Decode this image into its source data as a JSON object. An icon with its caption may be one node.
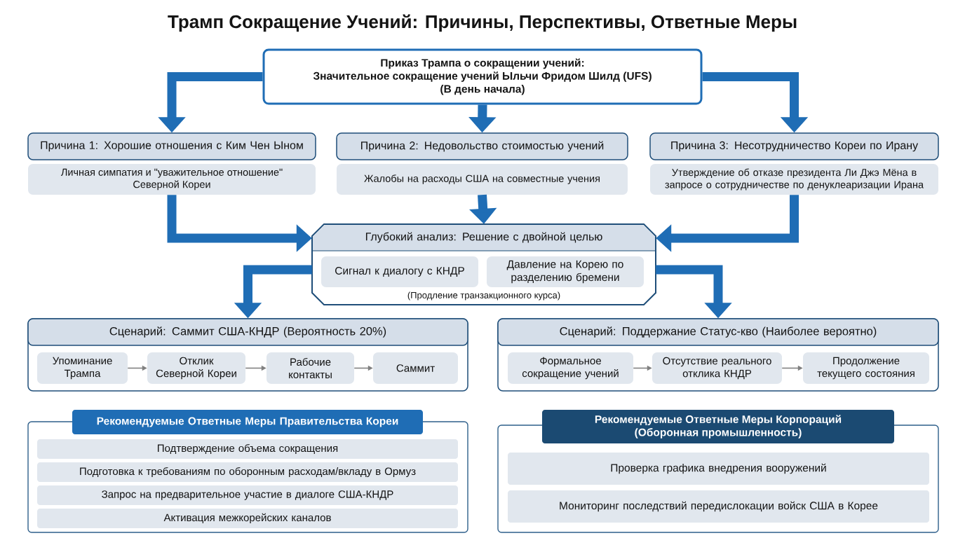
{
  "diagram": {
    "title": "Трамп Сокращение Учений: Причины, Перспективы, Ответные Меры",
    "nodes": [
      {
        "text": [
          "Приказ Трампа о сокращении учений:",
          "Значительное сокращение учений Ыльчи Фридом Шилд (UFS) (В день начала)"
        ]
      },
      {
        "text": [
          "Причина 1: Хорошие отношения с Ким Чен Ыном"
        ]
      },
      {
        "text": [
          "Причина 2: Недовольство стоимостью учений"
        ]
      },
      {
        "text": [
          "Причина 3: Несотрудничество Кореи по Ирану"
        ]
      },
      {
        "text": [
          "Личная симпатия и \"уважительное отношение\" Северной Кореи"
        ]
      },
      {
        "text": [
          "Жалобы на расходы США на совместные учения"
        ]
      },
      {
        "text": [
          "Утверждение об отказе президента Ли Джэ Мёна в запросе о сотрудничестве по денуклеаризации Ирана"
        ]
      },
      {
        "text": [
          "Глубокий анализ: Решение с двойной целью",
          "(Продление транзакционного курса)"
        ]
      },
      {
        "text": [
          "Сигнал к диалогу с КНДР"
        ],
        "in": 7
      },
      {
        "text": [
          "Давление на Корею по разделению бремени"
        ],
        "in": 7
      },
      {
        "text": [
          "Сценарий: Саммит США-КНДР (Вероятность 20%)"
        ]
      },
      {
        "text": [
          "Упоминание Трампа"
        ],
        "in": 10
      },
      {
        "text": [
          "Отклик Северной Кореи"
        ],
        "in": 10
      },
      {
        "text": [
          "Рабочие контакты"
        ],
        "in": 10
      },
      {
        "text": [
          "Саммит"
        ],
        "in": 10
      },
      {
        "text": [
          "Сценарий: Поддержание Статус-кво (Наиболее вероятно)"
        ]
      },
      {
        "text": [
          "Формальное сокращение учений"
        ],
        "in": 15
      },
      {
        "text": [
          "Отсутствие реального отклика КНДР"
        ],
        "in": 15
      },
      {
        "text": [
          "Продолжение текущего состояния"
        ],
        "in": 15
      },
      {
        "text": [
          "Рекомендуемые Ответные Меры Правительства Кореи"
        ]
      },
      {
        "text": [
          "Подтверждение объема сокращения"
        ],
        "in": 19
      },
      {
        "text": [
          "Подготовка к требованиям по оборонным расходам/вкладу в Ормуз"
        ],
        "in": 19
      },
      {
        "text": [
          "Запрос на предварительное участие в диалоге США-КНДР"
        ],
        "in": 19
      },
      {
        "text": [
          "Активация межкорейских каналов"
        ],
        "in": 19
      },
      {
        "text": [
          "Рекомендуемые Ответные Меры Корпораций (Оборонная промышленность)"
        ]
      },
      {
        "text": [
          "Проверка графика внедрения вооружений"
        ],
        "in": 24
      },
      {
        "text": [
          "Мониторинг последствий передислокации войск США в Корее"
        ],
        "in": 24
      }
    ],
    "edges": [
      {
        "from": 0,
        "to": 1,
        "arrow": "to"
      },
      {
        "from": 0,
        "to": 2,
        "arrow": "to"
      },
      {
        "from": 0,
        "to": 3,
        "arrow": "to"
      },
      {
        "from": 4,
        "to": 7,
        "arrow": "to"
      },
      {
        "from": 5,
        "to": 7,
        "arrow": "to"
      },
      {
        "from": 6,
        "to": 7,
        "arrow": "to"
      },
      {
        "from": 7,
        "to": 10,
        "arrow": "to"
      },
      {
        "from": 7,
        "to": 15,
        "arrow": "to"
      },
      {
        "from": 11,
        "to": 12,
        "arrow": "to",
        "color": "#808080"
      },
      {
        "from": 12,
        "to": 13,
        "arrow": "to",
        "color": "#808080"
      },
      {
        "from": 13,
        "to": 14,
        "arrow": "to",
        "color": "#808080"
      },
      {
        "from": 16,
        "to": 17,
        "arrow": "to",
        "color": "#808080"
      },
      {
        "from": 17,
        "to": 18,
        "arrow": "to",
        "color": "#808080"
      }
    ]
  }
}
